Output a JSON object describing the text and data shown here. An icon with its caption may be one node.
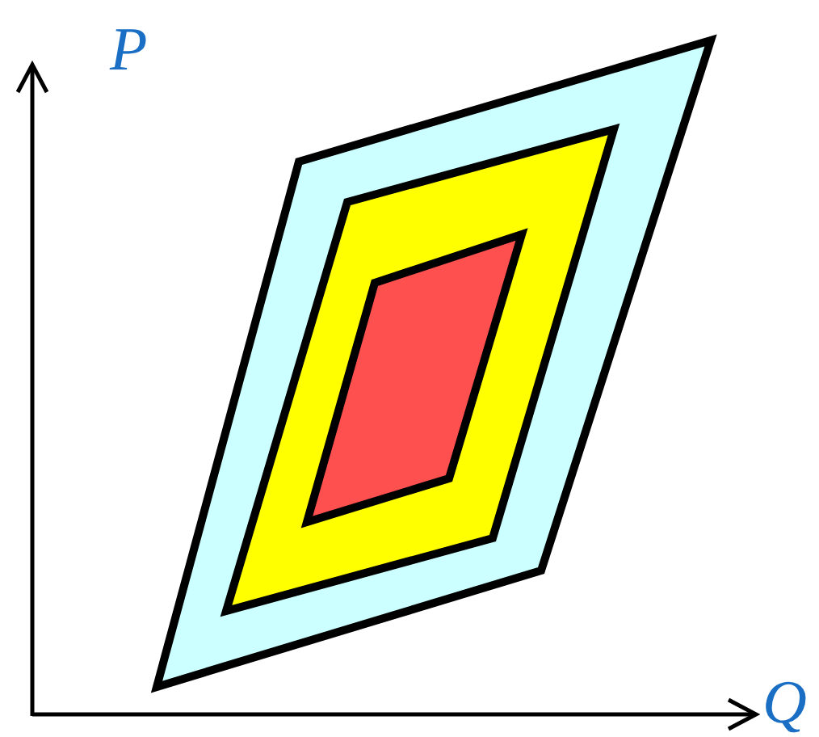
{
  "diagram": {
    "nodes": [
      {
        "text": [],
        "shape": "parallelogram"
      },
      {
        "text": [],
        "shape": "parallelogram",
        "in": 0
      },
      {
        "text": [],
        "shape": "parallelogram",
        "in": 1
      }
    ],
    "labels": [
      "P",
      "Q"
    ]
  }
}
